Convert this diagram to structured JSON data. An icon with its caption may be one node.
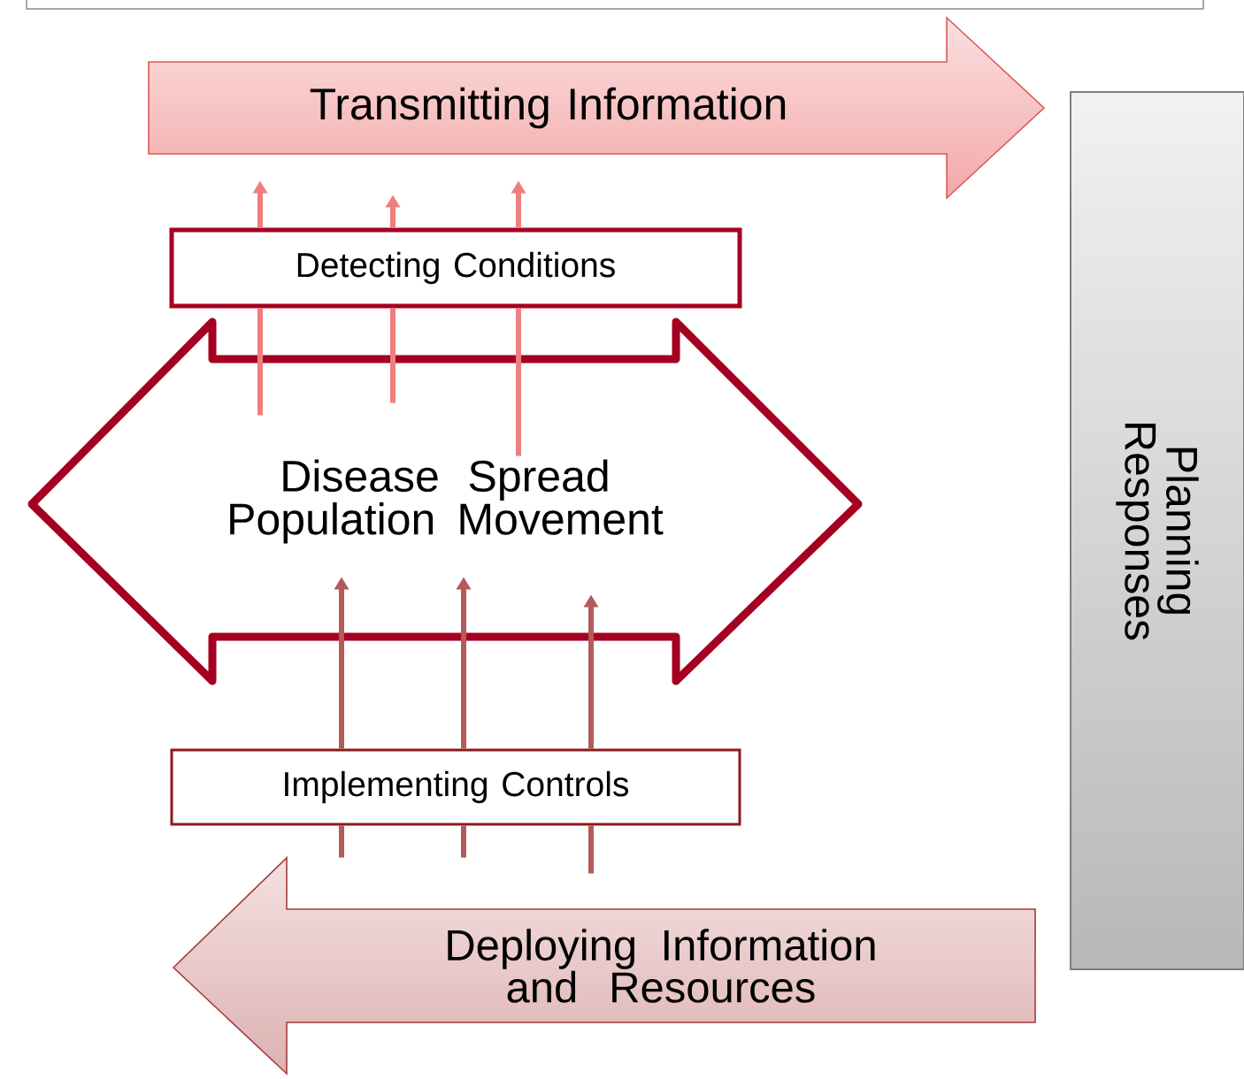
{
  "diagram": {
    "nodes": [
      {
        "text": [
          "Transmitting Information"
        ]
      },
      {
        "text": [
          "Detecting Conditions"
        ]
      },
      {
        "text": [
          "Disease Spread Population Movement"
        ]
      },
      {
        "text": [
          "Implementing Controls"
        ]
      },
      {
        "text": [
          "Deploying Information and Resources"
        ]
      },
      {
        "text": [
          "Planning Responses"
        ]
      }
    ],
    "edges": [
      {
        "from": 2,
        "to": 1,
        "arrow": "none"
      },
      {
        "from": 1,
        "to": 0,
        "arrow": "to"
      },
      {
        "from": 2,
        "to": 1,
        "arrow": "none"
      },
      {
        "from": 1,
        "to": 0,
        "arrow": "to"
      },
      {
        "from": 2,
        "to": 1,
        "arrow": "none"
      },
      {
        "from": 1,
        "to": 0,
        "arrow": "to"
      },
      {
        "from": 4,
        "to": 3,
        "arrow": "none"
      },
      {
        "from": 3,
        "to": 2,
        "arrow": "to"
      },
      {
        "from": 4,
        "to": 3,
        "arrow": "none"
      },
      {
        "from": 3,
        "to": 2,
        "arrow": "to"
      },
      {
        "from": 4,
        "to": 3,
        "arrow": "none"
      },
      {
        "from": 3,
        "to": 2,
        "arrow": "to"
      }
    ]
  }
}
